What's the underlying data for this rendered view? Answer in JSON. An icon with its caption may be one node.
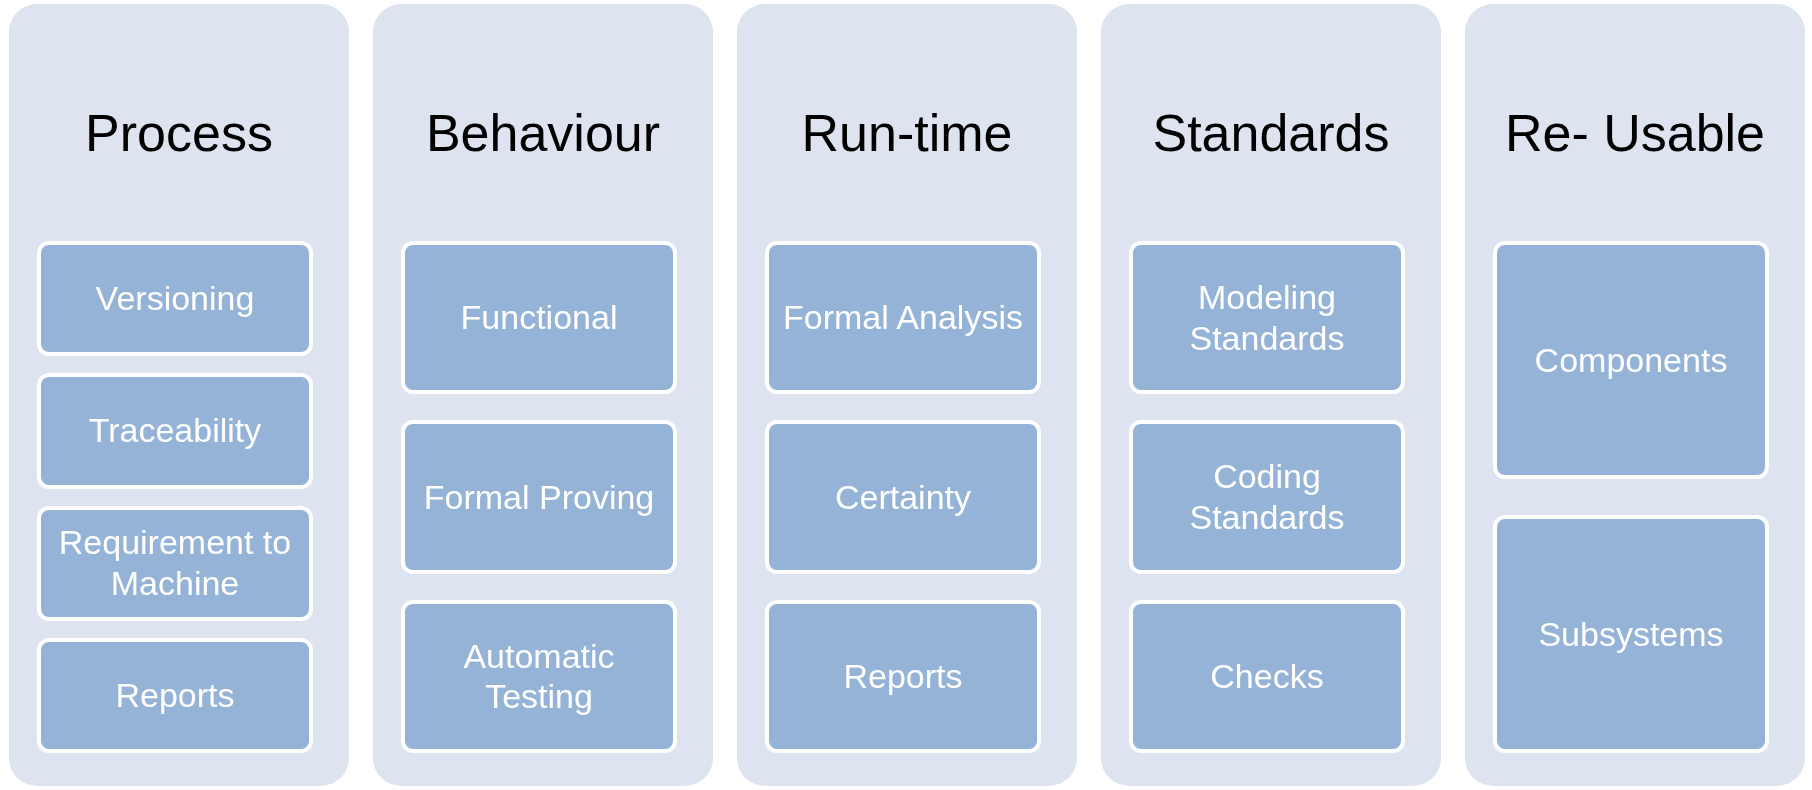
{
  "diagram": {
    "nodes": [
      {
        "text": [
          "Process"
        ]
      },
      {
        "text": [
          "Versioning"
        ],
        "in": 0
      },
      {
        "text": [
          "Traceability"
        ],
        "in": 0
      },
      {
        "text": [
          "Requirement to Machine"
        ],
        "in": 0
      },
      {
        "text": [
          "Reports"
        ],
        "in": 0
      },
      {
        "text": [
          "Behaviour"
        ]
      },
      {
        "text": [
          "Functional"
        ],
        "in": 5
      },
      {
        "text": [
          "Formal Proving"
        ],
        "in": 5
      },
      {
        "text": [
          "Automatic Testing"
        ],
        "in": 5
      },
      {
        "text": [
          "Run-time"
        ]
      },
      {
        "text": [
          "Formal Analysis"
        ],
        "in": 9
      },
      {
        "text": [
          "Certainty"
        ],
        "in": 9
      },
      {
        "text": [
          "Reports"
        ],
        "in": 9
      },
      {
        "text": [
          "Standards"
        ]
      },
      {
        "text": [
          "Modeling Standards"
        ],
        "in": 13
      },
      {
        "text": [
          "Coding Standards"
        ],
        "in": 13
      },
      {
        "text": [
          "Checks"
        ],
        "in": 13
      },
      {
        "text": [
          "Re- Usable"
        ]
      },
      {
        "text": [
          "Components"
        ],
        "in": 17
      },
      {
        "text": [
          "Subsystems"
        ],
        "in": 17
      }
    ]
  }
}
